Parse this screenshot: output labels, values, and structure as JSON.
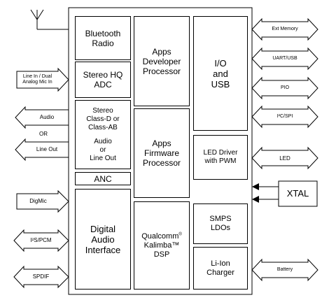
{
  "blocks": {
    "bluetooth": [
      "Bluetooth",
      "Radio"
    ],
    "stereo_adc": [
      "Stereo HQ",
      "ADC"
    ],
    "stereo_class": [
      "Stereo",
      "Class-D or",
      "Class-AB",
      "",
      "Audio",
      "or",
      "Line Out"
    ],
    "anc": [
      "ANC"
    ],
    "digital_audio": [
      "Digital",
      "Audio",
      "Interface"
    ],
    "apps_developer": [
      "Apps",
      "Developer",
      "Processor"
    ],
    "apps_firmware": [
      "Apps",
      "Firmware",
      "Processor"
    ],
    "dsp": {
      "line1": "Qualcomm",
      "reg": "®",
      "line2": "Kalimba™",
      "line3": "DSP"
    },
    "io_usb": [
      "I/O",
      "and",
      "USB"
    ],
    "led_driver": [
      "LED Driver",
      "with PWM"
    ],
    "smps": [
      "SMPS",
      "LDOs"
    ],
    "li_ion": [
      "Li-Ion",
      "Charger"
    ]
  },
  "left_signals": {
    "line_in": [
      "Line In / Dual",
      "Analog Mic In"
    ],
    "audio": "Audio",
    "or": "OR",
    "line_out": "Line Out",
    "digmic": "DigMic",
    "i2s_pcm": "I²S/PCM",
    "spdif": "SPDIF"
  },
  "right_signals": {
    "ext_memory": "Ext Memory",
    "uart_usb": "UART/USB",
    "pio": "PIO",
    "i2c_spi": "I²C/SPI",
    "led": "LED",
    "xtal": "XTAL",
    "battery": "Battery"
  }
}
